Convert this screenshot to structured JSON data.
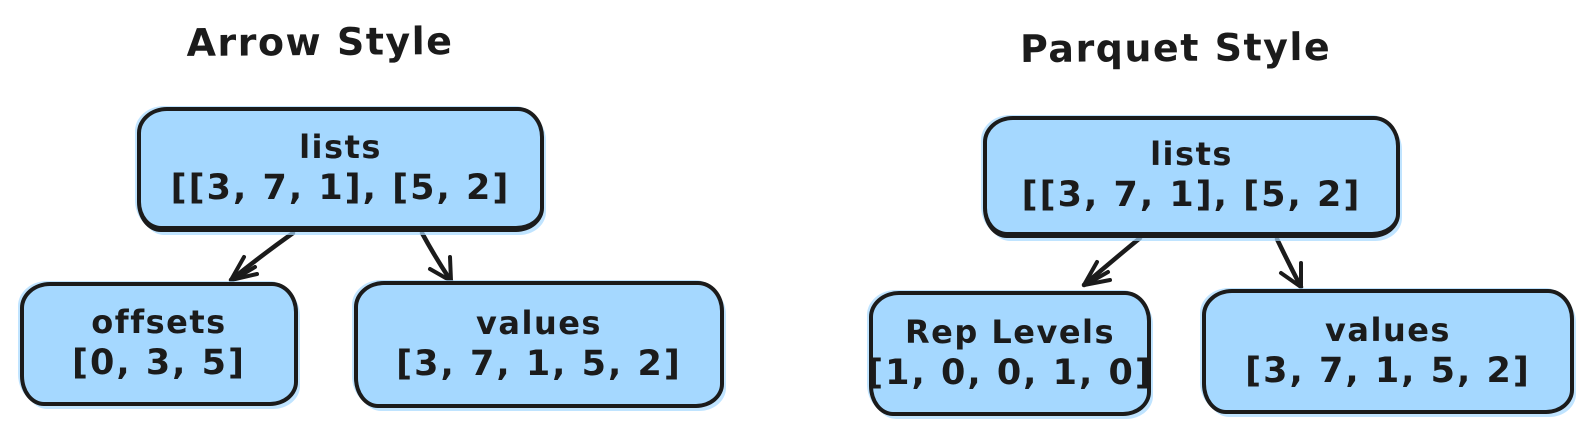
{
  "diagram": {
    "colors": {
      "node_fill": "#a5d8ff",
      "stroke": "#1b1b1b",
      "background": "#ffffff"
    },
    "panels": [
      {
        "title": "Arrow Style",
        "root": {
          "label": "lists",
          "value": "[[3, 7, 1], [5, 2]"
        },
        "children": [
          {
            "label": "offsets",
            "value": "[0, 3, 5]"
          },
          {
            "label": "values",
            "value": "[3, 7, 1, 5, 2]"
          }
        ]
      },
      {
        "title": "Parquet Style",
        "root": {
          "label": "lists",
          "value": "[[3, 7, 1], [5, 2]"
        },
        "children": [
          {
            "label": "Rep Levels",
            "value": "[1, 0, 0, 1, 0]"
          },
          {
            "label": "values",
            "value": "[3, 7, 1, 5, 2]"
          }
        ]
      }
    ]
  }
}
